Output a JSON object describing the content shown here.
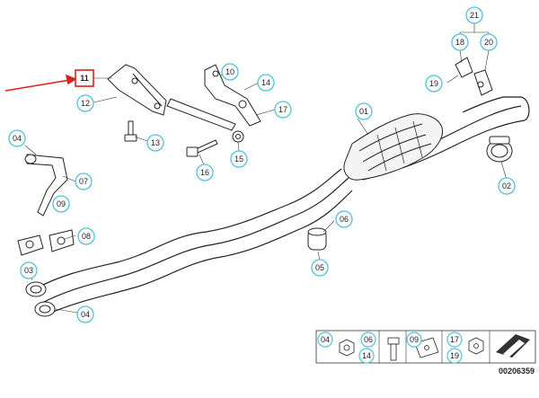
{
  "diagram": {
    "part_number": "00206359",
    "highlighted_callout": "11",
    "callout_color": "#4fc3d9",
    "highlight_color": "#e0201c",
    "callouts": [
      {
        "id": "c01",
        "label": "01"
      },
      {
        "id": "c02",
        "label": "02"
      },
      {
        "id": "c03",
        "label": "03"
      },
      {
        "id": "c04a",
        "label": "04"
      },
      {
        "id": "c04b",
        "label": "04"
      },
      {
        "id": "c05",
        "label": "05"
      },
      {
        "id": "c06",
        "label": "06"
      },
      {
        "id": "c07",
        "label": "07"
      },
      {
        "id": "c08",
        "label": "08"
      },
      {
        "id": "c09",
        "label": "09"
      },
      {
        "id": "c10",
        "label": "10"
      },
      {
        "id": "c11",
        "label": "11"
      },
      {
        "id": "c12",
        "label": "12"
      },
      {
        "id": "c13",
        "label": "13"
      },
      {
        "id": "c14",
        "label": "14"
      },
      {
        "id": "c15",
        "label": "15"
      },
      {
        "id": "c16",
        "label": "16"
      },
      {
        "id": "c17",
        "label": "17"
      },
      {
        "id": "c18",
        "label": "18"
      },
      {
        "id": "c19",
        "label": "19"
      },
      {
        "id": "c20",
        "label": "20"
      },
      {
        "id": "c21",
        "label": "21"
      }
    ],
    "legend": [
      {
        "id": "l04",
        "label": "04"
      },
      {
        "id": "l06",
        "label": "06"
      },
      {
        "id": "l14",
        "label": "14"
      },
      {
        "id": "l09",
        "label": "09"
      },
      {
        "id": "l17",
        "label": "17"
      },
      {
        "id": "l19",
        "label": "19"
      }
    ]
  }
}
